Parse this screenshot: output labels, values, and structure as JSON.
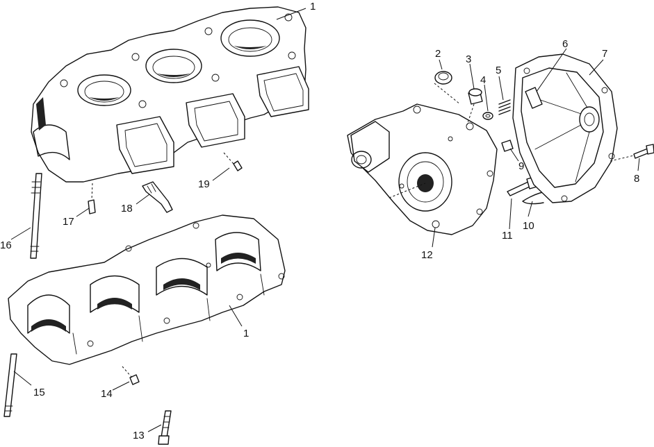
{
  "callouts": [
    {
      "id": "c1a",
      "label": "1"
    },
    {
      "id": "c1b",
      "label": "1"
    },
    {
      "id": "c2",
      "label": "2"
    },
    {
      "id": "c3",
      "label": "3"
    },
    {
      "id": "c4",
      "label": "4"
    },
    {
      "id": "c5",
      "label": "5"
    },
    {
      "id": "c6",
      "label": "6"
    },
    {
      "id": "c7",
      "label": "7"
    },
    {
      "id": "c8",
      "label": "8"
    },
    {
      "id": "c9",
      "label": "9"
    },
    {
      "id": "c10",
      "label": "10"
    },
    {
      "id": "c11",
      "label": "11"
    },
    {
      "id": "c12",
      "label": "12"
    },
    {
      "id": "c13",
      "label": "13"
    },
    {
      "id": "c14",
      "label": "14"
    },
    {
      "id": "c15",
      "label": "15"
    },
    {
      "id": "c16",
      "label": "16"
    },
    {
      "id": "c17",
      "label": "17"
    },
    {
      "id": "c18",
      "label": "18"
    },
    {
      "id": "c19",
      "label": "19"
    }
  ]
}
